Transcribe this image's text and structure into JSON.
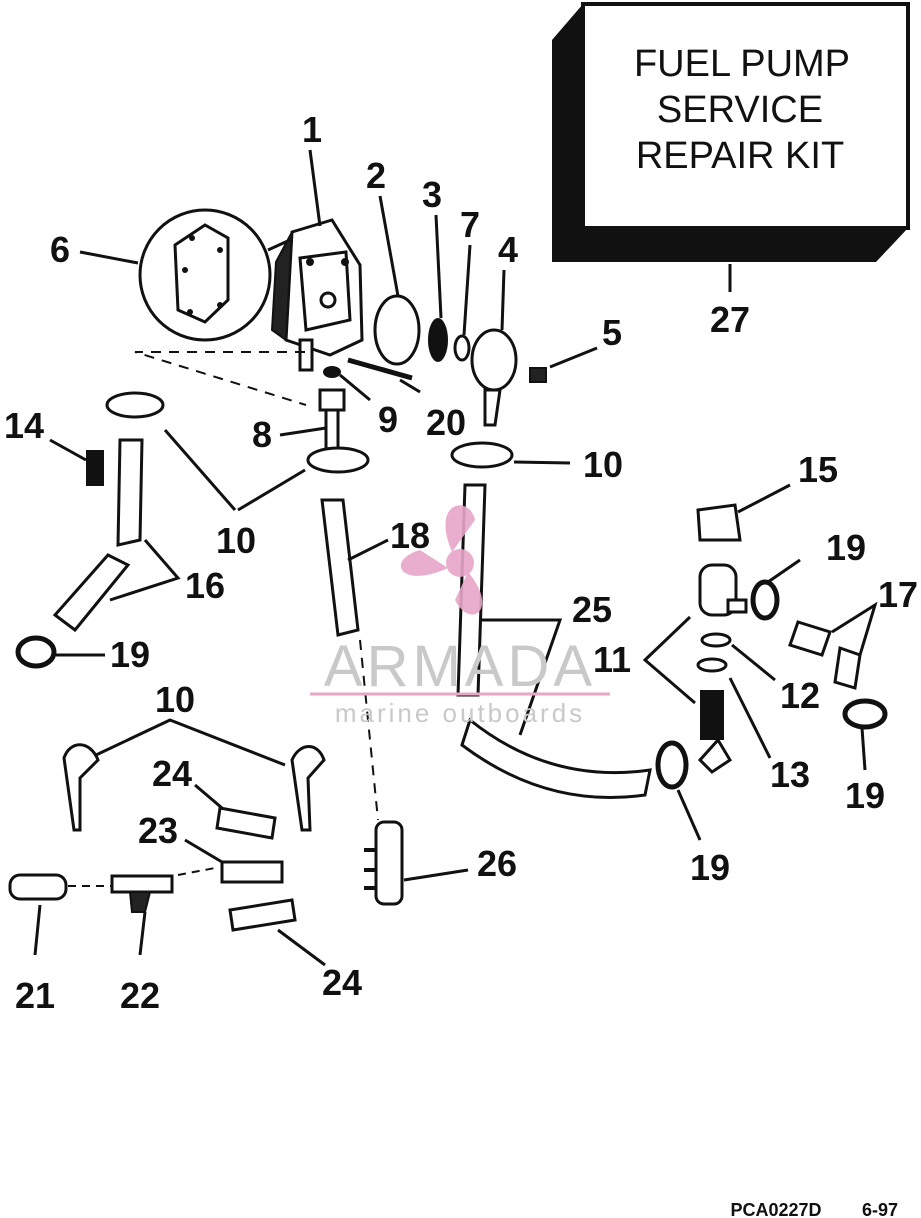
{
  "kit_box": {
    "line1": "FUEL PUMP",
    "line2": "SERVICE",
    "line3": "REPAIR KIT"
  },
  "callouts": [
    {
      "id": "1",
      "label": "1"
    },
    {
      "id": "2",
      "label": "2"
    },
    {
      "id": "3",
      "label": "3"
    },
    {
      "id": "7",
      "label": "7"
    },
    {
      "id": "4",
      "label": "4"
    },
    {
      "id": "5",
      "label": "5"
    },
    {
      "id": "6",
      "label": "6"
    },
    {
      "id": "27",
      "label": "27"
    },
    {
      "id": "14",
      "label": "14"
    },
    {
      "id": "8",
      "label": "8"
    },
    {
      "id": "9",
      "label": "9"
    },
    {
      "id": "20",
      "label": "20"
    },
    {
      "id": "10a",
      "label": "10"
    },
    {
      "id": "10b",
      "label": "10"
    },
    {
      "id": "15",
      "label": "15"
    },
    {
      "id": "18",
      "label": "18"
    },
    {
      "id": "19a",
      "label": "19"
    },
    {
      "id": "16",
      "label": "16"
    },
    {
      "id": "17",
      "label": "17"
    },
    {
      "id": "25",
      "label": "25"
    },
    {
      "id": "11",
      "label": "11"
    },
    {
      "id": "12",
      "label": "12"
    },
    {
      "id": "19b",
      "label": "19"
    },
    {
      "id": "10c",
      "label": "10"
    },
    {
      "id": "13",
      "label": "13"
    },
    {
      "id": "19c",
      "label": "19"
    },
    {
      "id": "24a",
      "label": "24"
    },
    {
      "id": "23",
      "label": "23"
    },
    {
      "id": "19d",
      "label": "19"
    },
    {
      "id": "26",
      "label": "26"
    },
    {
      "id": "21",
      "label": "21"
    },
    {
      "id": "22",
      "label": "22"
    },
    {
      "id": "24b",
      "label": "24"
    }
  ],
  "watermark": {
    "brand": "ARMADA",
    "tagline": "marine outboards",
    "color": "#c9c9c9",
    "accent": "#e7a6c8"
  },
  "footer": {
    "code": "PCA0227D",
    "date": "6-97"
  }
}
